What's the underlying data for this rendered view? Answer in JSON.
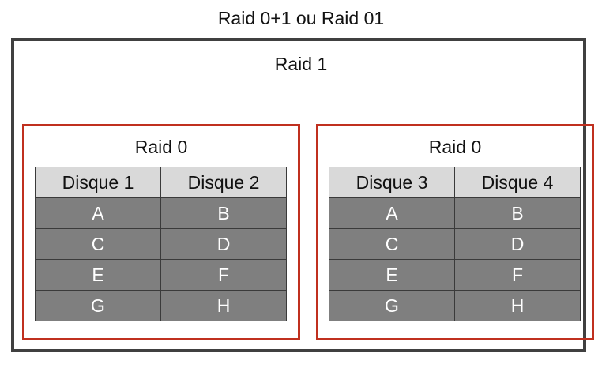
{
  "title": "Raid 0+1 ou Raid 01",
  "outer": {
    "label": "Raid 1"
  },
  "groups": [
    {
      "label": "Raid 0",
      "headers": [
        "Disque 1",
        "Disque 2"
      ],
      "rows": [
        [
          "A",
          "B"
        ],
        [
          "C",
          "D"
        ],
        [
          "E",
          "F"
        ],
        [
          "G",
          "H"
        ]
      ]
    },
    {
      "label": "Raid 0",
      "headers": [
        "Disque 3",
        "Disque 4"
      ],
      "rows": [
        [
          "A",
          "B"
        ],
        [
          "C",
          "D"
        ],
        [
          "E",
          "F"
        ],
        [
          "G",
          "H"
        ]
      ]
    }
  ],
  "colors": {
    "outer_border": "#404040",
    "raid0_border": "#c0301f",
    "header_fill": "#d9d9d9",
    "cell_fill": "#7f7f7f",
    "cell_text": "#ffffff"
  }
}
